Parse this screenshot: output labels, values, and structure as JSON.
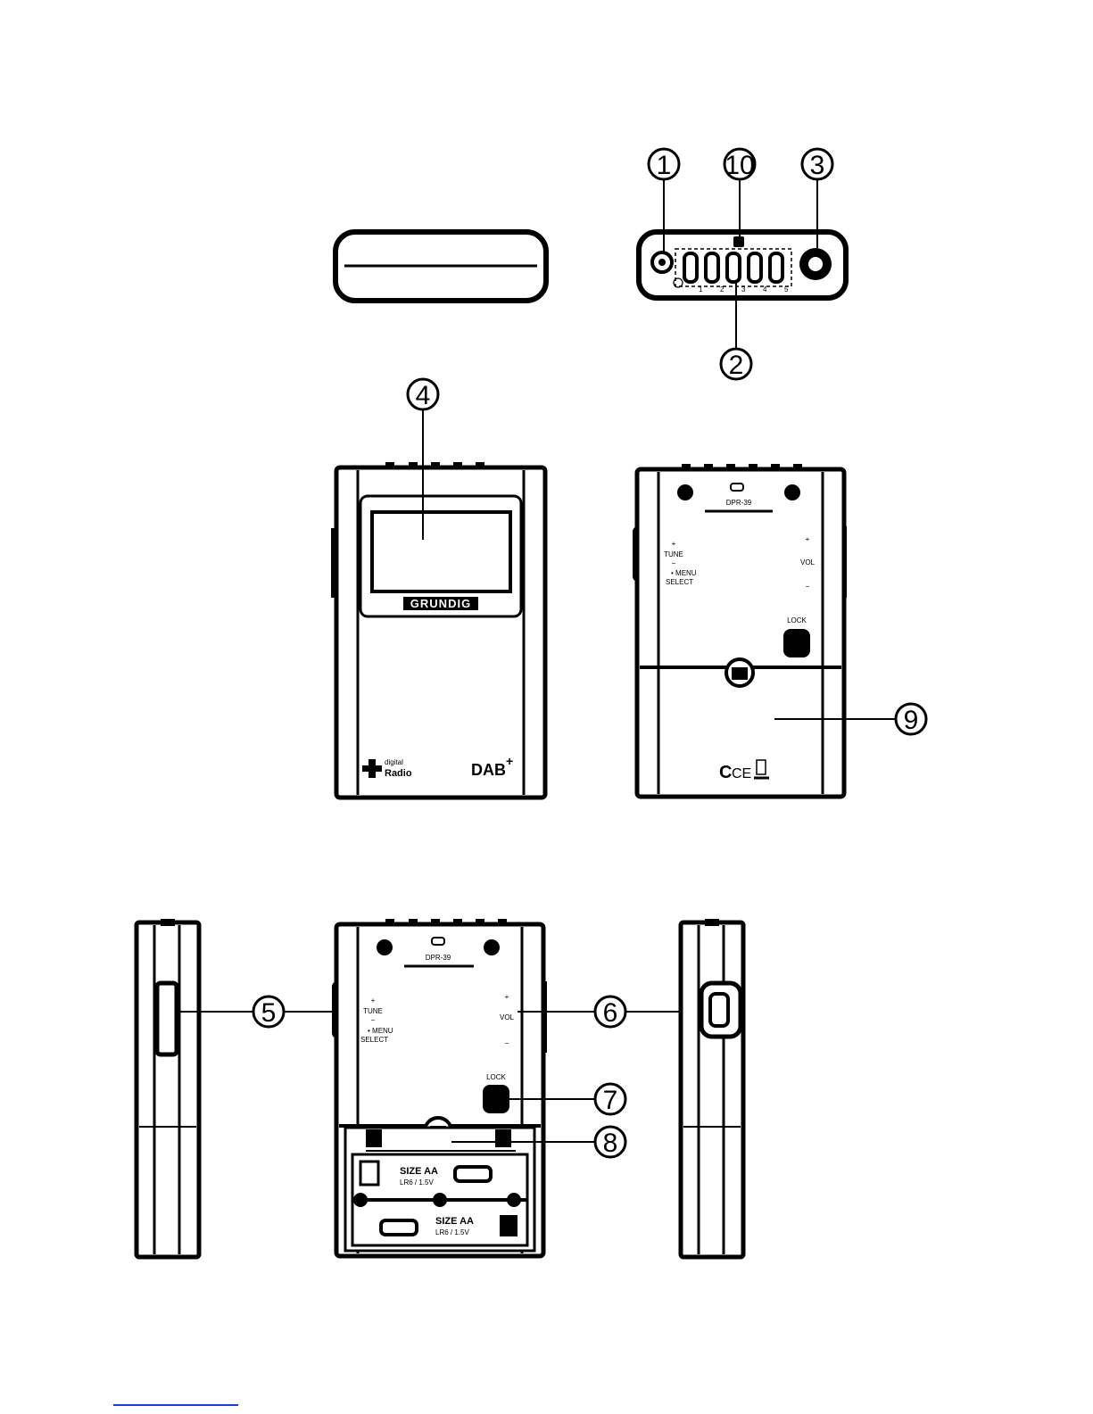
{
  "callouts": {
    "c1": "1",
    "c2": "2",
    "c3": "3",
    "c4": "4",
    "c5": "5",
    "c6": "6",
    "c7": "7",
    "c8": "8",
    "c9": "9",
    "c10": "10"
  },
  "device": {
    "model": "DPR-39",
    "brand": "GRUNDIG",
    "logo_digital": "digital",
    "logo_radio": "Radio",
    "logo_dab": "DAB",
    "logo_dab_plus": "+",
    "label_tune": "TUNE",
    "label_vol": "VOL",
    "label_menu": "• MENU",
    "label_select": "SELECT",
    "label_lock": "LOCK",
    "plus": "+",
    "minus": "−",
    "preset_1": "1",
    "preset_2": "2",
    "preset_3": "3",
    "preset_4": "4",
    "preset_5": "5",
    "battery_a": "SIZE AA",
    "battery_b": "LR6 / 1.5V",
    "ce_mark": "CE"
  }
}
